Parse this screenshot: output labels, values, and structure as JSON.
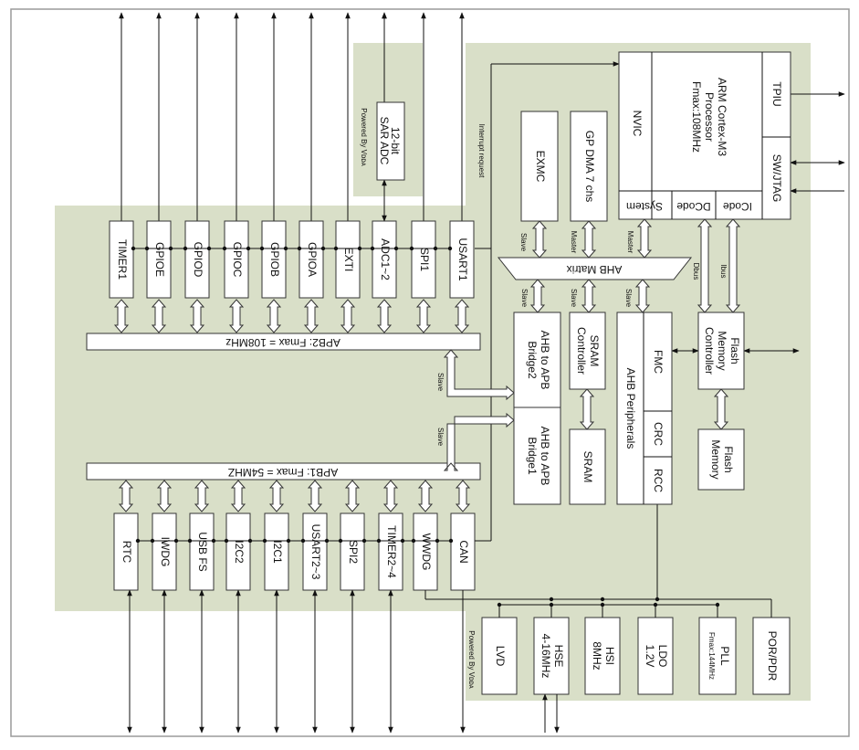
{
  "apb2_blocks": [
    "TIMER1",
    "GPIOE",
    "GPIOD",
    "GPIOC",
    "GPIOB",
    "GPIOA",
    "EXTI",
    "ADC1~2",
    "SPI1",
    "USART1"
  ],
  "apb1_blocks": [
    "RTC",
    "IWDG",
    "USB FS",
    "I2C2",
    "I2C1",
    "USART2~3",
    "SPI2",
    "TIMER2~4",
    "WWDG",
    "CAN"
  ],
  "apb2_bus": "APB2: Fmax = 108MHz",
  "apb1_bus": "APB1: Fmax = 54MHZ",
  "adc": {
    "line1": "12-bit",
    "line2": "SAR ADC",
    "note": "Powered By Vᴅᴅᴀ"
  },
  "interrupt_label": "Interrupt request",
  "cpu": {
    "nvic": "NVIC",
    "line1": "ARM Cortex-M3",
    "line2": "Processor",
    "line3": "Fmax:108MHz",
    "system": "System",
    "dcode": "DCode",
    "icode": "ICode",
    "tpiu": "TPIU",
    "swjtag": "SW/JTAG"
  },
  "exmc": "EXMC",
  "gpdma": "GP DMA 7 chs",
  "ahb_matrix": "AHB Matrix",
  "port_labels": {
    "slave": "Slave",
    "master": "Master",
    "dbus": "Dbus",
    "ibus": "Ibus"
  },
  "bridge2": {
    "line1": "AHB to APB",
    "line2": "Bridge2"
  },
  "bridge1": {
    "line1": "AHB to APB",
    "line2": "Bridge1"
  },
  "sram_ctrl": {
    "line1": "SRAM",
    "line2": "Controller"
  },
  "sram": "SRAM",
  "ahb_periph": "AHB Peripherals",
  "fmc": "FMC",
  "crc": "CRC",
  "rcc": "RCC",
  "flash_ctrl": {
    "line1": "Flash",
    "line2": "Memory",
    "line3": "Controller"
  },
  "flash_mem": {
    "line1": "Flash",
    "line2": "Memory"
  },
  "clock_blocks": [
    {
      "line1": "LVD",
      "line2": ""
    },
    {
      "line1": "HSE",
      "line2": "4-16MHz"
    },
    {
      "line1": "HSI",
      "line2": "8MHz"
    },
    {
      "line1": "LDO",
      "line2": "1.2V"
    },
    {
      "line1": "PLL",
      "line2": "Fmax:144MHz"
    },
    {
      "line1": "POR/PDR",
      "line2": ""
    }
  ],
  "bottom_note": "Powered By Vᴅᴅᴀ",
  "colors": {
    "panel": "#d9dfc8",
    "box": "#ffffff",
    "line": "#111111"
  }
}
